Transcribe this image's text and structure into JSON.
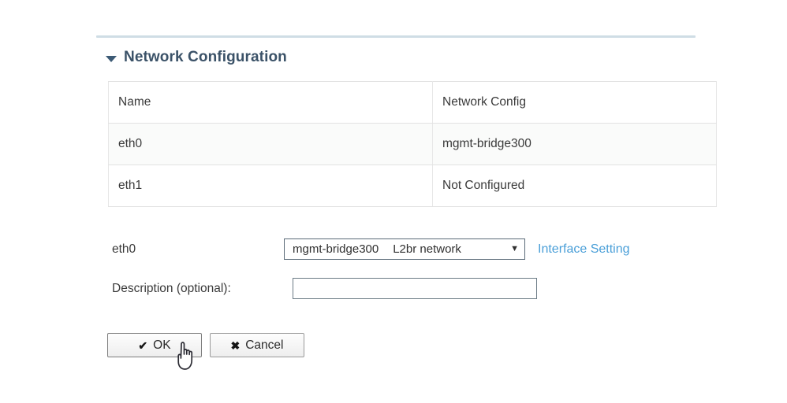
{
  "section": {
    "title": "Network Configuration",
    "twisty_icon": "triangle-down-icon",
    "expanded": true
  },
  "table": {
    "columns": [
      "Name",
      "Network Config"
    ],
    "rows": [
      {
        "name": "eth0",
        "network_config": "mgmt-bridge300"
      },
      {
        "name": "eth1",
        "network_config": "Not Configured"
      }
    ]
  },
  "form": {
    "interface": {
      "label": "eth0",
      "select_value_name": "mgmt-bridge300",
      "select_value_type": "L2br network",
      "select_arrow_icon": "chevron-down-icon",
      "link_label": "Interface Setting"
    },
    "description": {
      "label": "Description (optional):",
      "value": "",
      "placeholder": ""
    }
  },
  "buttons": {
    "ok": {
      "label": "OK",
      "glyph": "check-icon",
      "glyph_char": "✔"
    },
    "cancel": {
      "label": "Cancel",
      "glyph": "cross-icon",
      "glyph_char": "✖"
    }
  },
  "colors": {
    "heading": "#3b5268",
    "rule": "#cfdde5",
    "link": "#4a9fd8",
    "row_alt_bg": "#fafbfa",
    "table_border": "#e2e2e2"
  },
  "cursor": {
    "icon": "pointing-hand-cursor"
  }
}
